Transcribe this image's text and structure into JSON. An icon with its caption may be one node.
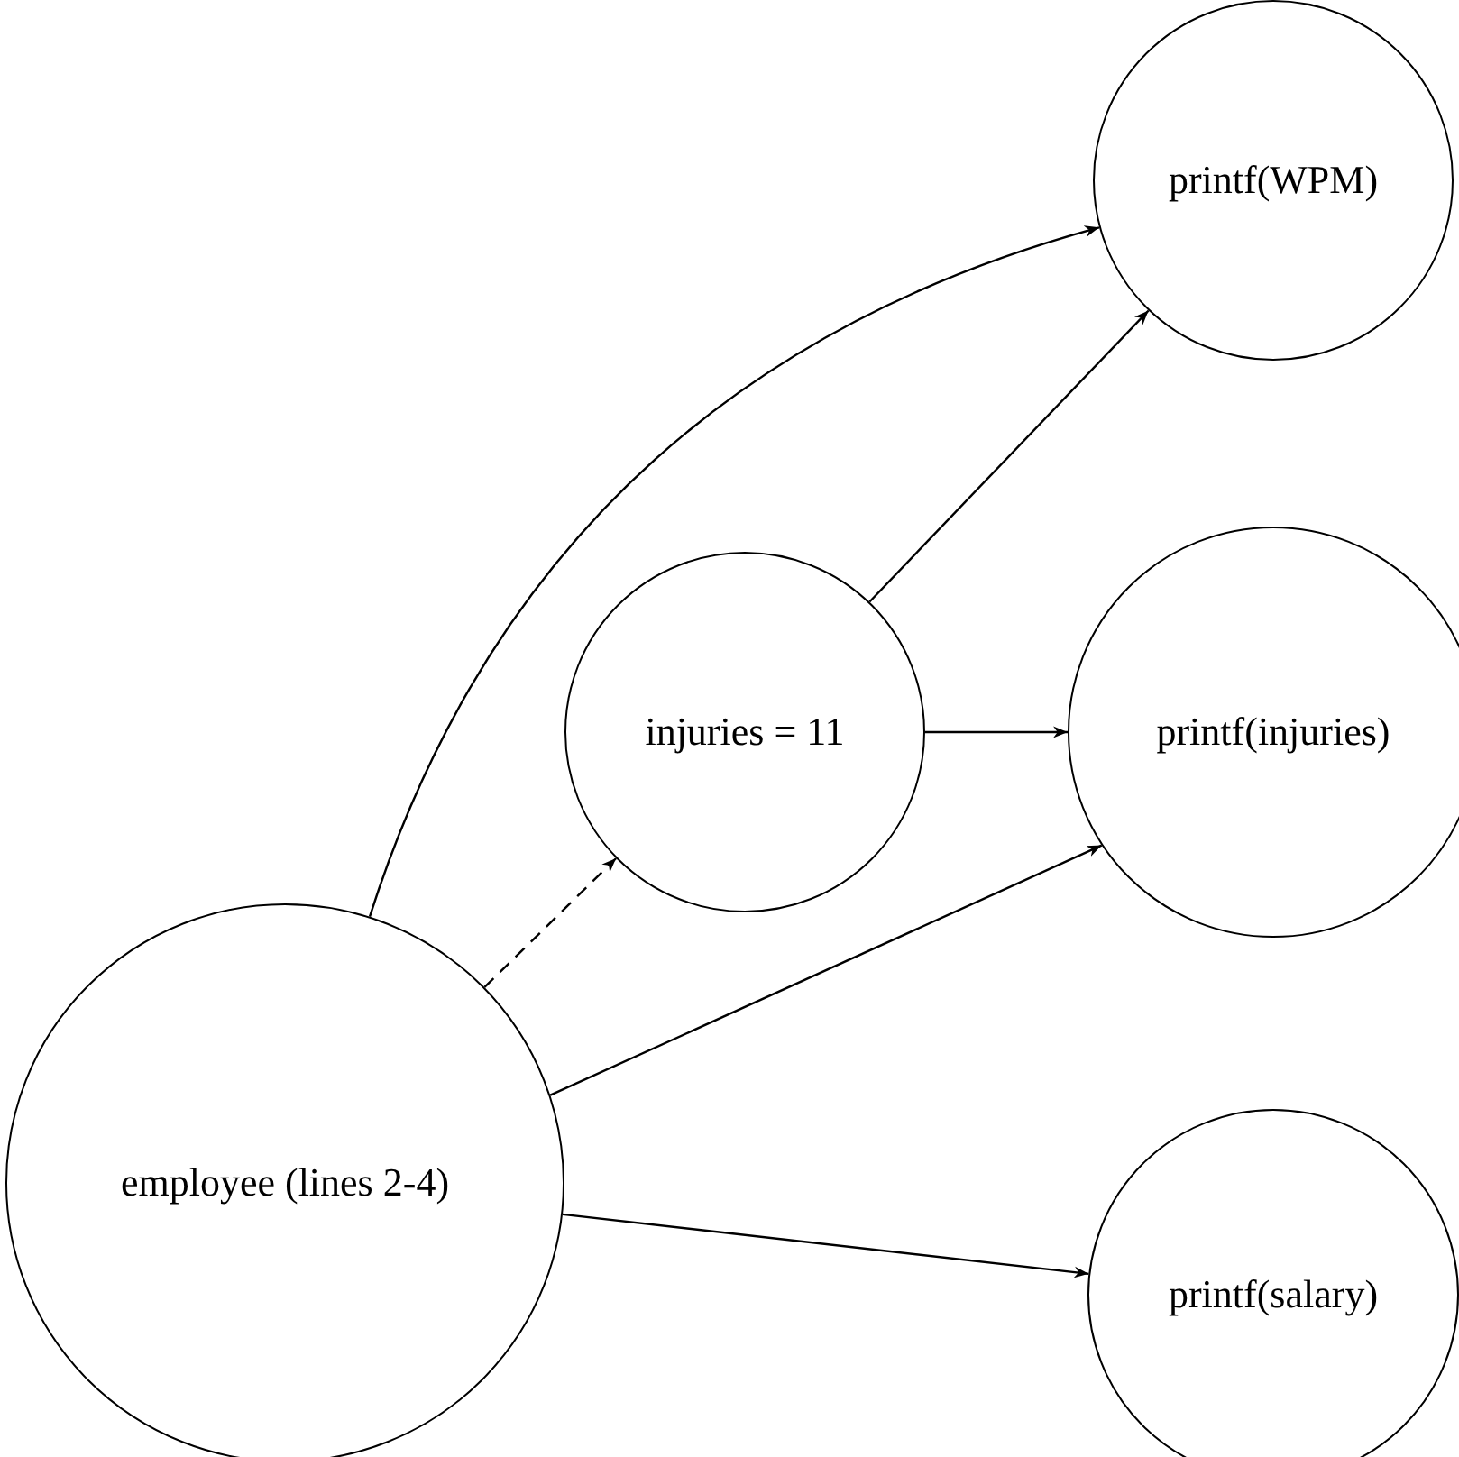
{
  "diagram": {
    "nodes": [
      {
        "text": [
          "employee (lines 2-4)"
        ]
      },
      {
        "text": [
          "injuries = 11"
        ]
      },
      {
        "text": [
          "printf(WPM)"
        ]
      },
      {
        "text": [
          "printf(injuries)"
        ]
      },
      {
        "text": [
          "printf(salary)"
        ]
      }
    ],
    "edges": [
      {
        "from": 0,
        "to": 2,
        "arrow": "to"
      },
      {
        "from": 0,
        "to": 1,
        "arrow": "to",
        "style": "dashed"
      },
      {
        "from": 1,
        "to": 2,
        "arrow": "to"
      },
      {
        "from": 1,
        "to": 3,
        "arrow": "to"
      },
      {
        "from": 0,
        "to": 3,
        "arrow": "to"
      },
      {
        "from": 0,
        "to": 4,
        "arrow": "to"
      }
    ]
  }
}
